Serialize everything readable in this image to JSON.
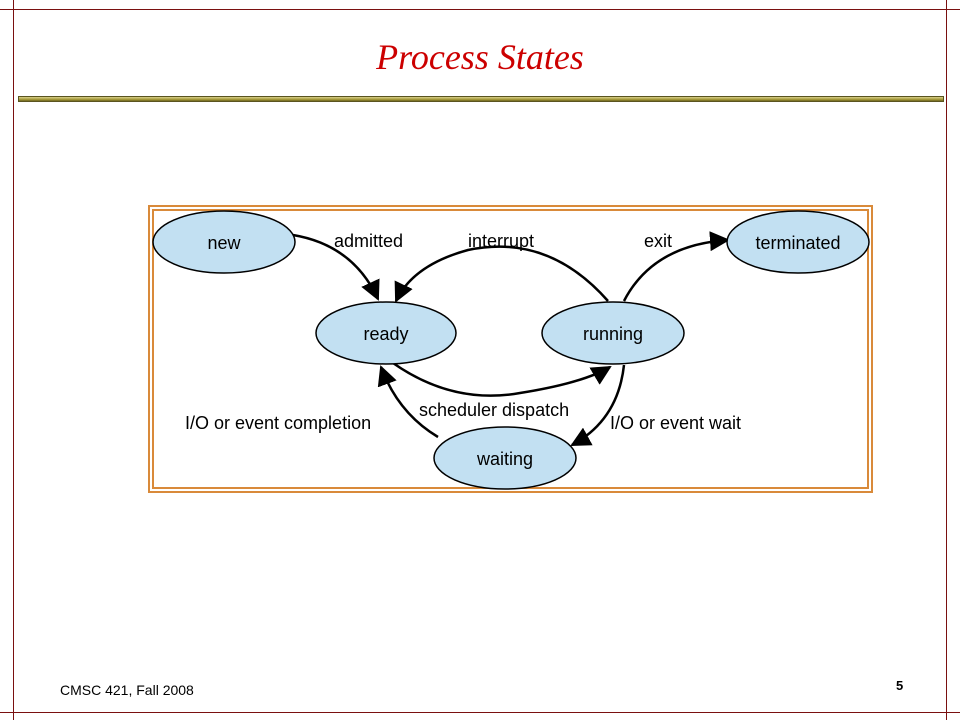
{
  "slide": {
    "title": "Process States",
    "footer": "CMSC 421, Fall 2008",
    "page_number": "5"
  },
  "diagram": {
    "states": {
      "new": "new",
      "ready": "ready",
      "running": "running",
      "waiting": "waiting",
      "terminated": "terminated"
    },
    "transitions": {
      "admitted": "admitted",
      "interrupt": "interrupt",
      "exit": "exit",
      "scheduler_dispatch": "scheduler dispatch",
      "io_event_completion": "I/O or event completion",
      "io_event_wait": "I/O or event wait"
    },
    "colors": {
      "state_fill": "#c2e0f2",
      "border": "#d98a3a",
      "title": "#cc0000"
    }
  }
}
